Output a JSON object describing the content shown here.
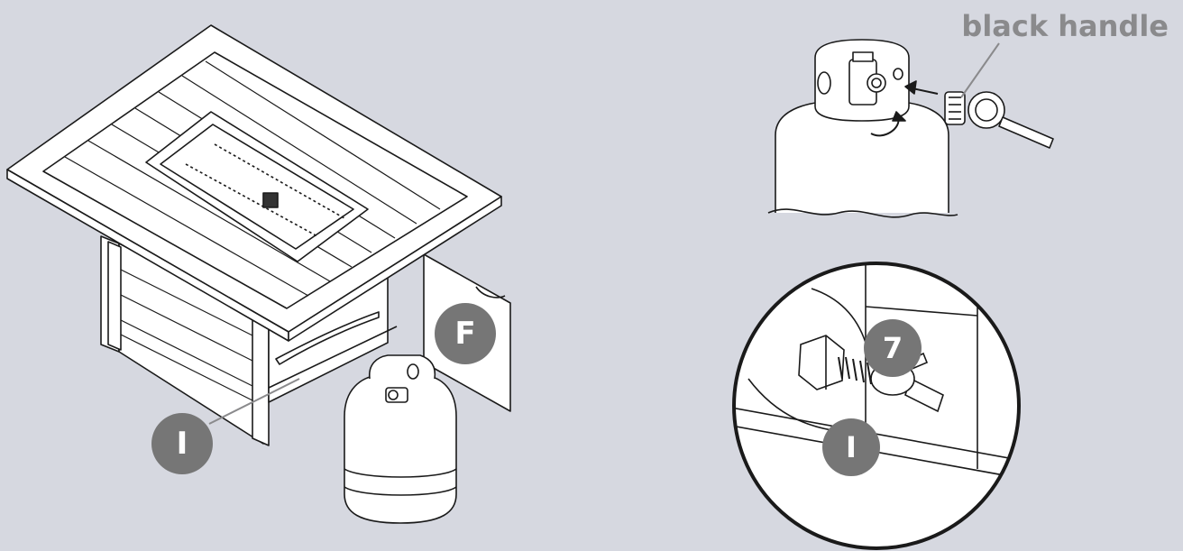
{
  "callouts": {
    "handle_label": "black handle"
  },
  "badges": {
    "fire_table_i": "I",
    "door_f": "F",
    "screw_7": "7",
    "detail_i": "I"
  },
  "colors": {
    "background": "#d6d8e0",
    "badge": "#767676",
    "badge_text": "#ffffff",
    "line": "#1a1a1a",
    "part_fill": "#ffffff",
    "callout_text": "#8a8a8c"
  }
}
